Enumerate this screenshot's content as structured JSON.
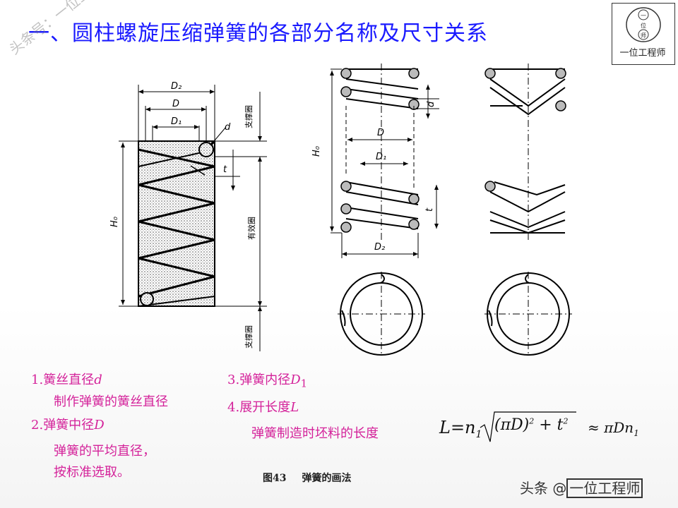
{
  "title": "一、圆柱螺旋压缩弹簧的各部分名称及尺寸关系",
  "logo": {
    "circle_chars": [
      "一",
      "位",
      "师"
    ],
    "label": "一位工程师"
  },
  "watermark_diagonal": "头条号：一位工程师",
  "left_figure": {
    "dims": [
      "D₂",
      "D",
      "D₁",
      "d",
      "t",
      "H₀"
    ],
    "labels_vertical": [
      "支撑圈",
      "有效圈",
      "支撑圈"
    ]
  },
  "mid_figure": {
    "dims": [
      "H₀",
      "D",
      "D₁",
      "d",
      "t",
      "D₂"
    ]
  },
  "items": [
    {
      "num": "1.",
      "name": "簧丝直径",
      "symbol": "d",
      "desc": "制作弹簧的簧丝直径"
    },
    {
      "num": "2.",
      "name": "弹簧中径",
      "symbol": "D",
      "desc_lines": [
        "弹簧的平均直径，",
        "按标准选取。"
      ]
    },
    {
      "num": "3.",
      "name": "弹簧内径",
      "symbol": "D",
      "symbol_sub": "1"
    },
    {
      "num": "4.",
      "name": "展开长度",
      "symbol": "L",
      "desc": "弹簧制造时坯料的长度"
    }
  ],
  "formula": {
    "lhs": "L=n",
    "lhs_sub": "1",
    "approx": "≈ πDn",
    "approx_sub": "1"
  },
  "caption": {
    "fig": "图43",
    "text": "弹簧的画法"
  },
  "corner_watermark": {
    "prefix": "头条 @",
    "name": "一位工程师"
  }
}
